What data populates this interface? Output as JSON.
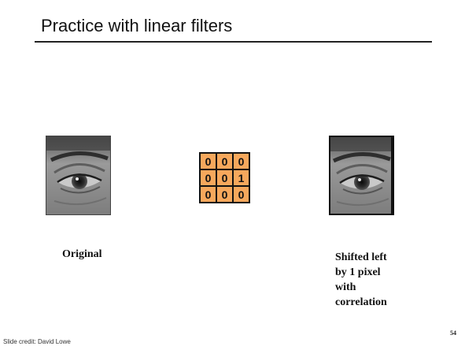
{
  "slide": {
    "title": "Practice with linear filters",
    "kernel": [
      [
        "0",
        "0",
        "0"
      ],
      [
        "0",
        "0",
        "1"
      ],
      [
        "0",
        "0",
        "0"
      ]
    ],
    "kernel_color": "#f7a85c",
    "caption_original": "Original",
    "caption_shifted_lines": [
      "Shifted left",
      "by 1 pixel",
      "with",
      "correlation"
    ],
    "credit": "Slide credit: David Lowe",
    "page_number": "54"
  }
}
